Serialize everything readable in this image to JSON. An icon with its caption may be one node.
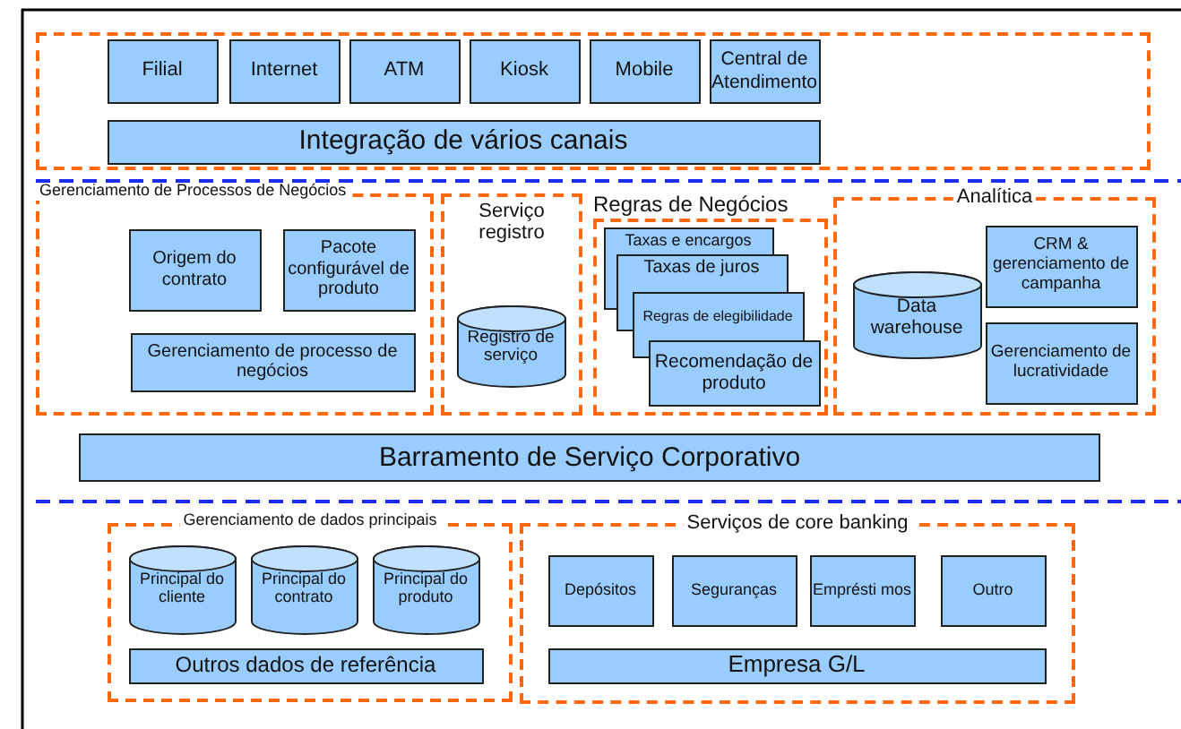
{
  "diagram": {
    "nodes": [
      {
        "text": [],
        "shape": "box"
      },
      {
        "text": [
          "Filial"
        ],
        "in": 0
      },
      {
        "text": [
          "Internet"
        ],
        "in": 0
      },
      {
        "text": [
          "ATM"
        ],
        "in": 0
      },
      {
        "text": [
          "Kiosk"
        ],
        "in": 0
      },
      {
        "text": [
          "Mobile"
        ],
        "in": 0
      },
      {
        "text": [
          "Central de Atendimento"
        ],
        "in": 0
      },
      {
        "text": [
          "Integração de vários canais"
        ],
        "in": 0
      },
      {
        "text": [
          "Gerenciamento de Processos de Negócios"
        ]
      },
      {
        "text": [
          "Origem do contrato"
        ],
        "in": 8
      },
      {
        "text": [
          "Pacote configurável de produto"
        ],
        "in": 8
      },
      {
        "text": [
          "Gerenciamento de processo de negócios"
        ],
        "in": 8
      },
      {
        "text": [
          "Serviço registro"
        ]
      },
      {
        "text": [
          "Registro de serviço"
        ],
        "in": 12
      },
      {
        "text": [
          "Regras de Negócios"
        ]
      },
      {
        "text": [
          "Taxas e encargos"
        ],
        "in": 14
      },
      {
        "text": [
          "Taxas de juros"
        ],
        "in": 14
      },
      {
        "text": [
          "Regras de elegibilidade"
        ],
        "in": 14
      },
      {
        "text": [
          "Recomendação de produto"
        ],
        "in": 14
      },
      {
        "text": [
          "Analítica"
        ]
      },
      {
        "text": [
          "Data warehouse"
        ],
        "in": 19
      },
      {
        "text": [
          "CRM & gerenciamento de campanha"
        ],
        "in": 19
      },
      {
        "text": [
          "Gerenciamento de lucratividade"
        ],
        "in": 19
      },
      {
        "text": [
          "Barramento de Serviço Corporativo"
        ]
      },
      {
        "text": [
          "Gerenciamento de dados principais"
        ]
      },
      {
        "text": [
          "Principal do cliente"
        ],
        "in": 24
      },
      {
        "text": [
          "Principal do contrato"
        ],
        "in": 24
      },
      {
        "text": [
          "Principal do produto"
        ],
        "in": 24
      },
      {
        "text": [
          "Outros dados de referência"
        ],
        "in": 24
      },
      {
        "text": [
          "Serviços de core banking"
        ]
      },
      {
        "text": [
          "Depósitos"
        ],
        "in": 29
      },
      {
        "text": [
          "Seguranças"
        ],
        "in": 29
      },
      {
        "text": [
          "Emprésti mos"
        ],
        "in": 29
      },
      {
        "text": [
          "Outro"
        ],
        "in": 29
      },
      {
        "text": [
          "Empresa G/L"
        ],
        "in": 29
      }
    ]
  }
}
